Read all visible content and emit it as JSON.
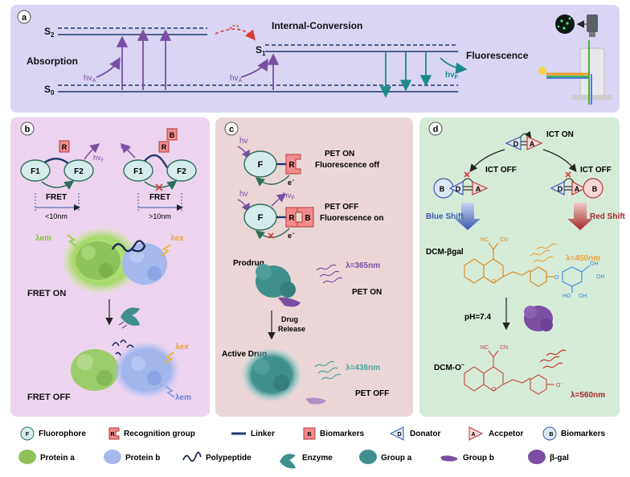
{
  "panel_a": {
    "tag": "a",
    "s2": "S",
    "s2_sub": "2",
    "s1": "S",
    "s1_sub": "1",
    "s0": "S",
    "s0_sub": "0",
    "absorption": "Absorption",
    "hv": "hv",
    "hv_sub_a": "A",
    "hv_sub_f": "F",
    "internal_conversion": "Internal-Conversion",
    "fluorescence": "Fluorescence"
  },
  "panel_b": {
    "tag": "b",
    "f1": "F1",
    "f2": "F2",
    "r": "R",
    "b": "B",
    "hv": "hv",
    "hv_sub": "F",
    "fret": "FRET",
    "lt10": "<10nm",
    "gt10": ">10nm",
    "lambda_em": "λem",
    "lambda_ex": "λex",
    "fret_on": "FRET ON",
    "fret_off": "FRET OFF"
  },
  "panel_c": {
    "tag": "c",
    "f": "F",
    "r": "R",
    "b": "B",
    "hv": "hv",
    "hv_sub": "F",
    "e": "e",
    "pet_on_top": "PET ON",
    "fluor_off": "Fluorescence off",
    "pet_off_top": "PET OFF",
    "fluor_on": "Fluorescence on",
    "prodrug": "Prodrug",
    "lambda365": "λ=365nm",
    "pet_on": "PET ON",
    "drug": "Drug",
    "release": "Release",
    "active_drug": "Active Drug",
    "lambda436": "λ=436nm",
    "pet_off": "PET OFF"
  },
  "panel_d": {
    "tag": "d",
    "ict_on": "ICT ON",
    "ict_off_left": "ICT OFF",
    "ict_off_right": "ICT OFF",
    "d": "D",
    "a": "A",
    "b": "B",
    "blue_shift": "Blue Shift",
    "red_shift": "Red Shift",
    "dcm_bgal": "DCM-βgal",
    "nc1": "NC",
    "cn1": "CN",
    "lambda450": "λ=450nm",
    "ph": "pH=7.4",
    "dcm_o": "DCM-O",
    "nc2": "NC",
    "cn2": "CN",
    "lambda560": "λ=560nm",
    "sugar_oh": "OH",
    "sugar_ho": "HO",
    "sugar_o": "O"
  },
  "legend": {
    "fluorophore": "Fluorophore",
    "recognition": "Recognition group",
    "linker": "Linker",
    "biomarkers1": "Biomarkers",
    "donator": "Donator",
    "acceptor": "Accpetor",
    "biomarkers2": "Biomarkers",
    "protein_a": "Protein a",
    "protein_b": "Protein b",
    "polypeptide": "Polypeptide",
    "enzyme": "Enzyme",
    "group_a": "Group a",
    "group_b": "Group b",
    "bgal": "β-gal",
    "icon_f": "F",
    "icon_r": "R",
    "icon_b": "B",
    "icon_d": "D",
    "icon_a": "A",
    "icon_b2": "B"
  },
  "colors": {
    "panel_a_bg": "#d9d5f3",
    "panel_b_bg": "#ecd4ee",
    "panel_c_bg": "#ead6d6",
    "panel_d_bg": "#d6ead8",
    "navy": "#1f3a6e",
    "purple": "#7a4fa3",
    "teal": "#1a8a8a",
    "red_shift": "#a02a2a",
    "blue_shift": "#3a5aa8",
    "orange": "#e8a33c"
  }
}
